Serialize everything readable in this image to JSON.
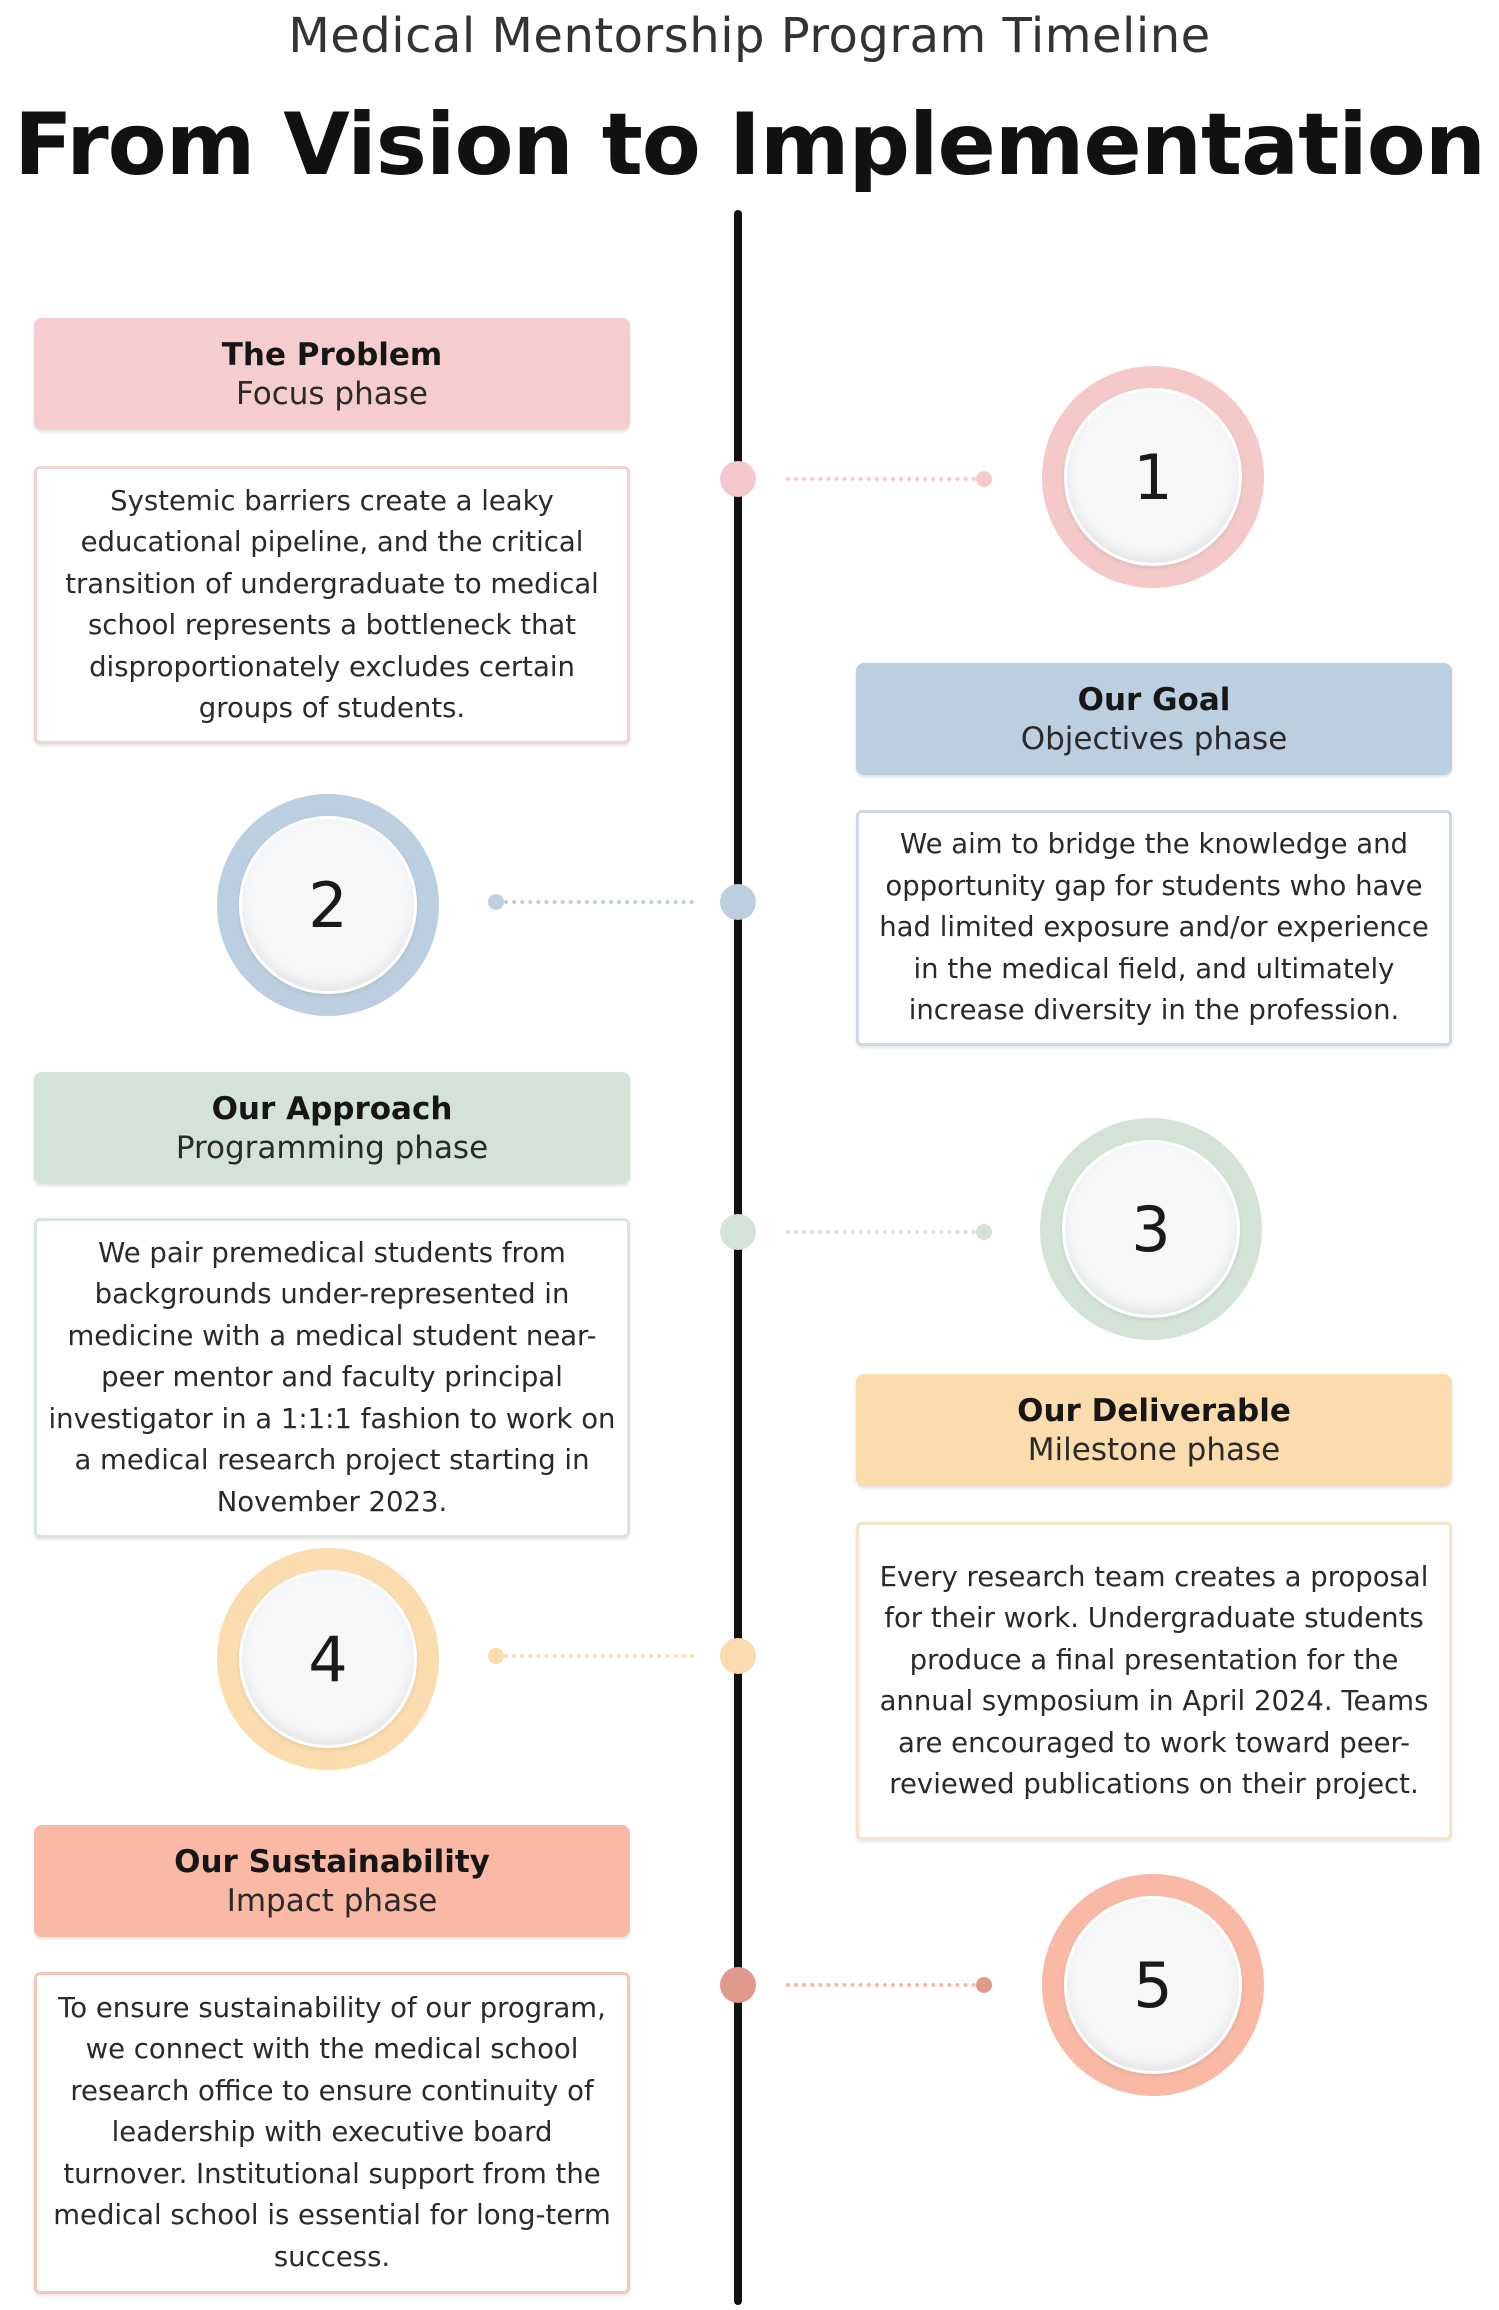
{
  "header": {
    "subtitle": "Medical Mentorship Program Timeline",
    "title": "From Vision to Implementation"
  },
  "phases": [
    {
      "number": "1",
      "title": "The Problem",
      "phase": "Focus phase",
      "text": "Systemic barriers create a leaky educational pipeline, and the critical transition of undergraduate to medical school represents a bottleneck that disproportionately excludes certain groups of students.",
      "head_color": "#f6cdcf",
      "ring_color": "#f4c9c8",
      "border_color": "#f3d3d2",
      "node_color": "#f5c9cc"
    },
    {
      "number": "2",
      "title": "Our Goal",
      "phase": "Objectives phase",
      "text": "We aim to bridge the knowledge and opportunity gap for students who have had limited exposure and/or experience in the medical field, and ultimately increase diversity in the profession.",
      "head_color": "#bccfe0",
      "ring_color": "#bccfe0",
      "border_color": "#c9d9e6",
      "node_color": "#bccfe0"
    },
    {
      "number": "3",
      "title": "Our Approach",
      "phase": "Programming phase",
      "text": "We pair premedical students from backgrounds under-represented in medicine with a medical student near-peer mentor and faculty principal investigator in a 1:1:1 fashion to work on a medical research project starting in November 2023.",
      "head_color": "#d3e3d8",
      "ring_color": "#d3e3d8",
      "border_color": "#d9e4dc",
      "node_color": "#d3e3d8"
    },
    {
      "number": "4",
      "title": "Our Deliverable",
      "phase": "Milestone phase",
      "text": "Every research team creates a proposal for their work. Undergraduate students produce a final presentation for the annual symposium in April 2024. Teams are encouraged to work toward peer-reviewed publications on their project.",
      "head_color": "#fbdcae",
      "ring_color": "#fbdcae",
      "border_color": "#f8e4c4",
      "node_color": "#fbdcae"
    },
    {
      "number": "5",
      "title": "Our Sustainability",
      "phase": "Impact phase",
      "text": "To ensure sustainability of our program, we connect with the medical school research office to ensure continuity of leadership with executive board turnover. Institutional support from the medical school is essential for long-term success.",
      "head_color": "#f9b9a4",
      "ring_color": "#f9b9a4",
      "border_color": "#f5c7b9",
      "node_color": "#df9a8c"
    }
  ]
}
